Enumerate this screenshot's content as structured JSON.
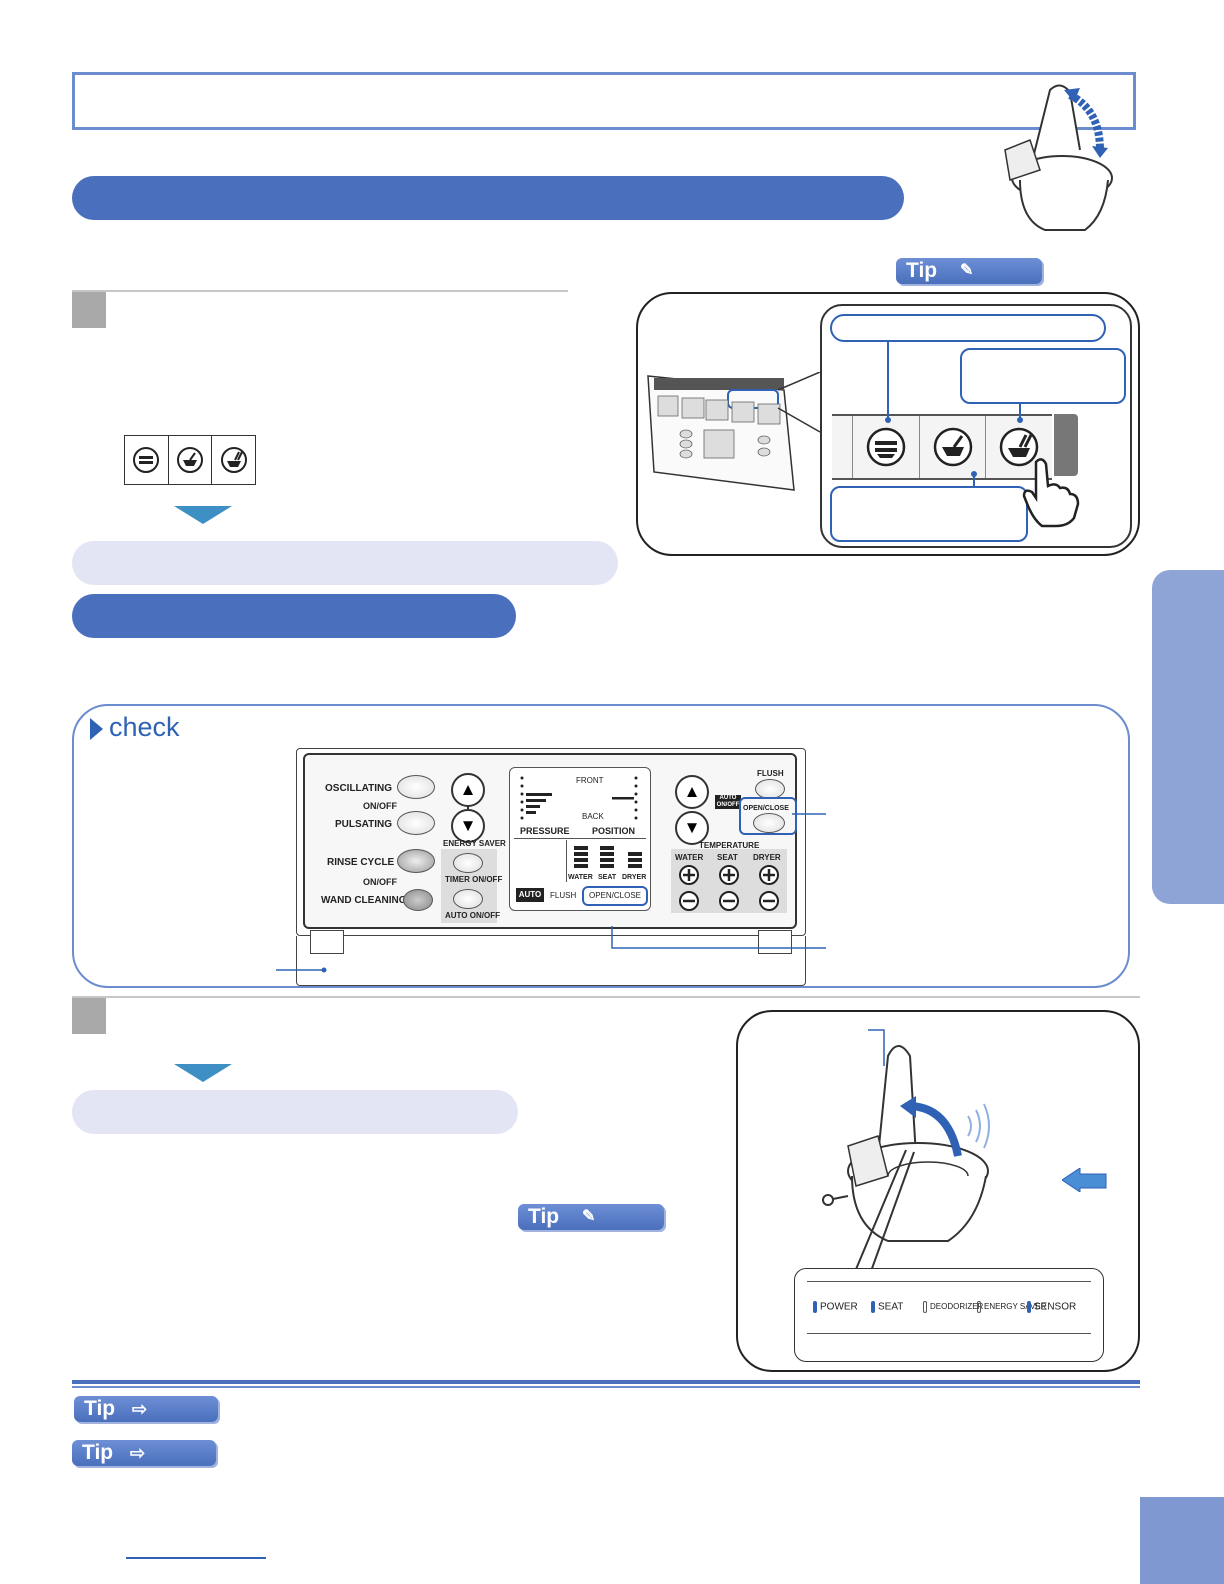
{
  "tip_label": "Tip",
  "check_label": "check",
  "control_panel": {
    "oscillating": "OSCILLATING",
    "on_off_1": "ON/OFF",
    "pulsating": "PULSATING",
    "energy_saver": "ENERGY SAVER",
    "rinse_cycle": "RINSE CYCLE",
    "on_off_2": "ON/OFF",
    "timer_on_off": "TIMER ON/OFF",
    "wand_cleaning": "WAND CLEANING",
    "auto_on_off": "AUTO ON/OFF",
    "front": "FRONT",
    "back": "BACK",
    "pressure": "PRESSURE",
    "position": "POSITION",
    "water": "WATER",
    "seat": "SEAT",
    "dryer": "DRYER",
    "auto": "AUTO",
    "flush": "FLUSH",
    "open_close": "OPEN/CLOSE",
    "flush_top": "FLUSH",
    "auto_onoff_badge": "AUTO ON/OFF",
    "open_close_right": "OPEN/CLOSE",
    "temperature": "TEMPERATURE",
    "temp_water": "WATER",
    "temp_seat": "SEAT",
    "temp_dryer": "DRYER"
  },
  "indicators": {
    "power": "POWER",
    "seat": "SEAT",
    "deodorizer": "DEODORIZER",
    "energy_saver": "ENERGY SAVER",
    "sensor": "SENSOR"
  },
  "colors": {
    "accent": "#4a6fbc",
    "outline": "#6b8ccf",
    "light_pill": "#e3e5f4",
    "side_tab": "#8fa4d6"
  }
}
